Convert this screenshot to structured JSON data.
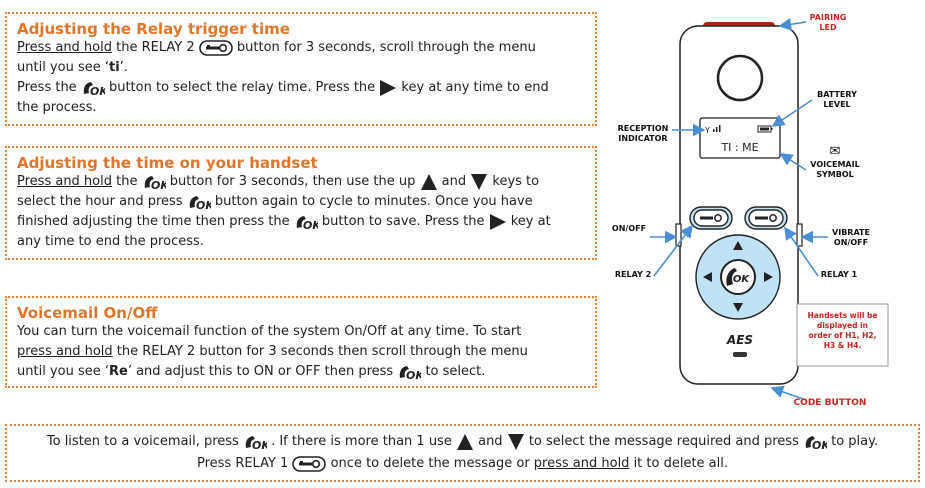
{
  "sections": [
    {
      "title": "Adjusting the Relay trigger time",
      "line1": {
        "pre_u": "Press and hold",
        "a": " the RELAY 2 ",
        "b": " button for 3 seconds, scroll through the menu"
      },
      "line2": {
        "a": "until you see ‘",
        "bold": "ti",
        "b": "’."
      },
      "line3": {
        "a": "Press the ",
        "b": " button to select the relay time. Press the ",
        "c": " key at any time to end"
      },
      "line4": "the process."
    },
    {
      "title": "Adjusting the time on your handset",
      "line1": {
        "pre_u": "Press and hold",
        "a": " the ",
        "b": " button for 3 seconds, then use the up ",
        "c": " and ",
        "d": " keys to"
      },
      "line2": {
        "a": "select the hour and press ",
        "b": " button again to cycle to minutes. Once you have"
      },
      "line3": {
        "a": "finished adjusting the time then press the ",
        "b": " button to save. Press the ",
        "c": " key at"
      },
      "line4": "any time to end the process."
    },
    {
      "title": "Voicemail On/Off",
      "line1": "You can turn the voicemail function of the system On/Off at any time. To start",
      "line2": {
        "u": "press and hold",
        "a": " the RELAY 2 button for 3 seconds then scroll through the menu"
      },
      "line3": {
        "a": "until you see ‘",
        "bold": "Re",
        "b": "’ and adjust this to ON or OFF then press ",
        "c": " to select."
      }
    }
  ],
  "footer": {
    "line1": {
      "a": "To listen to a voicemail, press ",
      "b": " . If there is more than 1 use ",
      "c": " and ",
      "d": " to select the message required and press ",
      "e": " to play."
    },
    "line2": {
      "a": "Press RELAY 1 ",
      "b": " once to delete the message or ",
      "u": "press and hold",
      "c": " it to delete all."
    }
  },
  "icons": {
    "ok_text": "OK"
  },
  "handset": {
    "display_text": "TI : ME",
    "brand": "AES",
    "labels": {
      "pairing": "PAIRING",
      "led": "LED",
      "battery1": "BATTERY",
      "battery2": "LEVEL",
      "reception1": "RECEPTION",
      "reception2": "INDICATOR",
      "voicemail1": "VOICEMAIL",
      "voicemail2": "SYMBOL",
      "onoff": "ON/OFF",
      "vibrate1": "VIBRATE",
      "vibrate2": "ON/OFF",
      "relay2": "RELAY 2",
      "relay1": "RELAY 1",
      "note1": "Handsets will be",
      "note2": "displayed in",
      "note3": "order of H1, H2,",
      "note4": "H3 & H4.",
      "code": "CODE BUTTON"
    }
  },
  "colors": {
    "accent": "#e8843a",
    "title": "#e0762c",
    "arrow": "#4a8fd4",
    "red": "#c4241f",
    "key_blue": "#bfe3f5"
  }
}
